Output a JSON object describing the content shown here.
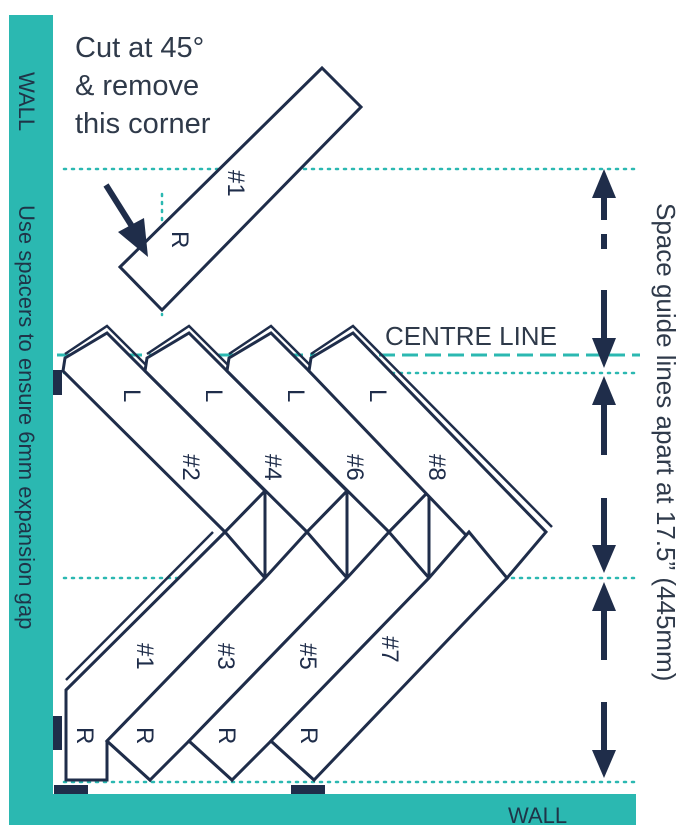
{
  "colors": {
    "wall": "#2bb8b1",
    "plank_outline": "#1f2d4a",
    "guide_line": "#2bb8b1",
    "text": "#2f3a4a"
  },
  "callout": {
    "line1": "Cut at 45°",
    "line2": "& remove",
    "line3": "this corner"
  },
  "walls": {
    "left": "WALL",
    "bottom": "WALL"
  },
  "spacer_note": "Use spacers to ensure 6mm expansion gap",
  "centre_line": "CENTRE LINE",
  "guide_note": "Space guide lines apart at 17.5” (445mm)",
  "planks": {
    "top_cut": {
      "number": "#1",
      "side": "R"
    },
    "left": [
      {
        "number": "#2",
        "side": "L"
      },
      {
        "number": "#4",
        "side": "L"
      },
      {
        "number": "#6",
        "side": "L"
      },
      {
        "number": "#8",
        "side": "L"
      }
    ],
    "right": [
      {
        "number": "#1",
        "side": "R"
      },
      {
        "number": "#3",
        "side": "R"
      },
      {
        "number": "#5",
        "side": "R"
      },
      {
        "number": "#7",
        "side": "R"
      }
    ]
  },
  "icons": {
    "callout_arrow": "arrow-down-right-icon",
    "spacing_arrows": "double-arrow-vertical-icon"
  }
}
